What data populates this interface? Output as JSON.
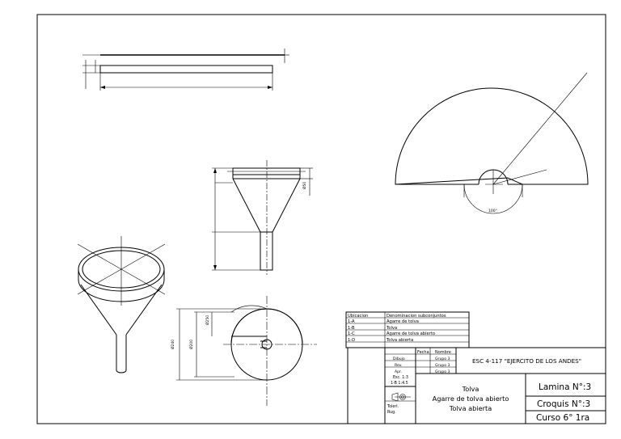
{
  "title_block": {
    "school": "ESC 4-117 \"EJERCITO DE LOS ANDES\"",
    "subassembly_table": {
      "headers": [
        "Ubicacion",
        "Denominacion subconjuntos"
      ],
      "rows": [
        [
          "1-A",
          "Agarre de tolva"
        ],
        [
          "1-B",
          "Tolva"
        ],
        [
          "1-C",
          "Agarre de tolva abierto"
        ],
        [
          "1-D",
          "Tolva abierta"
        ]
      ]
    },
    "signatures": {
      "headers": [
        "Fecha",
        "Nombre"
      ],
      "rows": [
        {
          "label": "Dibujo",
          "name": "Grupo 3"
        },
        {
          "label": "Rev.",
          "name": "Grupo 3"
        },
        {
          "label": "Apr.",
          "name": "Grupo 3"
        }
      ]
    },
    "scale": [
      "Esc. 1:3",
      "1-B 1:4.5"
    ],
    "norm": [
      "Tolerl.",
      "Rug."
    ],
    "drawing_title": [
      "Tolva",
      "Agarre de tolva abierto",
      "Tolva abierta"
    ],
    "lamina": "Lamina N°:3",
    "croquis": "Croquis N°:3",
    "curso": "Curso 6° 1ra"
  },
  "dimensions": {
    "sector_angle": "100°",
    "funnel_top_height": "Ø50",
    "top_view_outer": "Ø240",
    "top_view_inner": "Ø200",
    "top_view_depth": "Ø250"
  },
  "colors": {
    "line": "#000000",
    "background": "#ffffff"
  }
}
